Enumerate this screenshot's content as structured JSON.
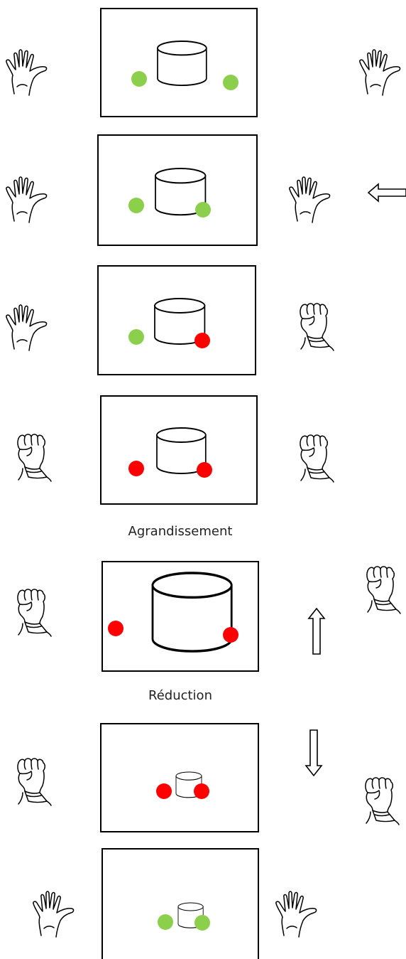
{
  "labels": {
    "enlarge": "Agrandissement",
    "reduce": "Réduction"
  },
  "colors": {
    "open_hand_marker": "#8ccf4d",
    "closed_hand_marker": "#ff0000",
    "line": "#000000"
  },
  "icons": {
    "open_hand": "open-hand-icon",
    "closed_hand": "closed-hand-fist-icon",
    "arrow_left": "arrow-left-icon",
    "arrow_up": "arrow-up-icon",
    "arrow_down": "arrow-down-icon",
    "object": "cylinder-icon"
  },
  "steps": [
    {
      "left_hand": "open",
      "right_hand": "open",
      "markers": [
        "green",
        "green"
      ]
    },
    {
      "left_hand": "open",
      "right_hand": "open",
      "markers": [
        "green",
        "green"
      ],
      "motion": "left"
    },
    {
      "left_hand": "open",
      "right_hand": "closed",
      "markers": [
        "green",
        "red"
      ]
    },
    {
      "left_hand": "closed",
      "right_hand": "closed",
      "markers": [
        "red",
        "red"
      ]
    },
    {
      "left_hand": "closed",
      "right_hand": "closed",
      "markers": [
        "red",
        "red"
      ],
      "motion": "up"
    },
    {
      "left_hand": "closed",
      "right_hand": "closed",
      "markers": [
        "red",
        "red"
      ],
      "motion": "down"
    },
    {
      "left_hand": "open",
      "right_hand": "open",
      "markers": [
        "green",
        "green"
      ]
    }
  ]
}
